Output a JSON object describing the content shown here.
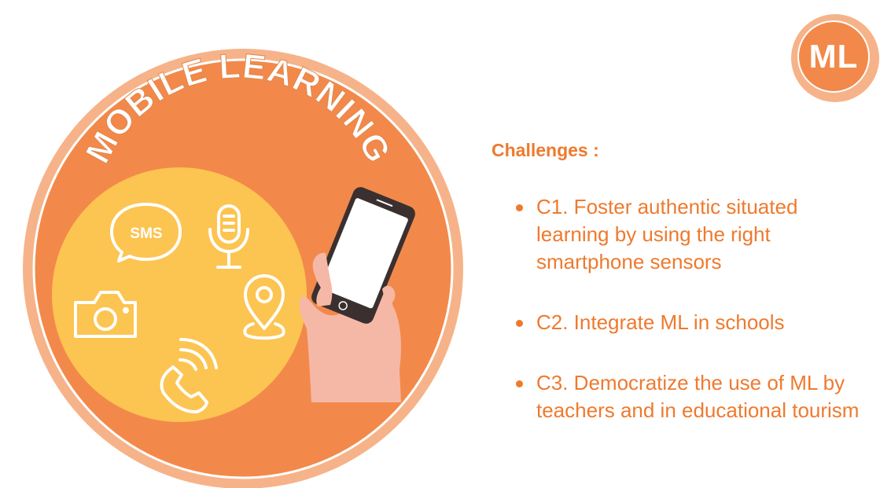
{
  "badge": {
    "title": "MOBILE LEARNING"
  },
  "logo": {
    "label": "ML"
  },
  "icons": {
    "sms_label": "SMS",
    "names": [
      "sms-bubble-icon",
      "microphone-icon",
      "camera-icon",
      "location-pin-icon",
      "phone-call-icon",
      "smartphone-in-hand-icon"
    ]
  },
  "challenges": {
    "title": "Challenges :",
    "items": [
      "C1. Foster authentic situated learning by using the right smartphone sensors",
      "C2. Integrate ML in schools",
      "C3. Democratize the use of ML by teachers and in educational tourism"
    ]
  },
  "colors": {
    "accent": "#ee7a2e",
    "outer_ring": "#f6b389",
    "badge_fill": "#f2894a",
    "inner_disc": "#fcc451",
    "hand": "#f6b8a6",
    "phone": "#3b3030"
  }
}
